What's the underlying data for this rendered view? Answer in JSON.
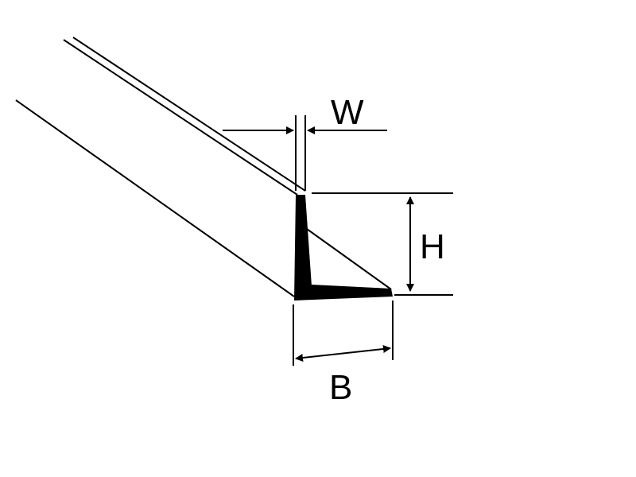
{
  "diagram": {
    "labels": {
      "width": "W",
      "height": "H",
      "base": "B"
    },
    "colors": {
      "stroke": "#000000",
      "background": "#ffffff"
    }
  }
}
